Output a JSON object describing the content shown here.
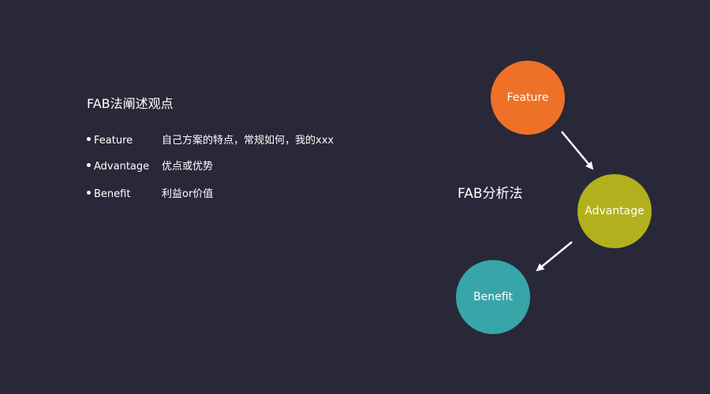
{
  "left_panel": {
    "title": "FAB法阐述观点",
    "bullets": [
      {
        "term": "Feature",
        "description": "自己方案的特点，常规如何，我的xxx"
      },
      {
        "term": "Advantage",
        "description": "优点或优势"
      },
      {
        "term": "Benefit",
        "description": "利益or价值"
      }
    ]
  },
  "diagram": {
    "label": "FAB分析法",
    "nodes": [
      {
        "id": "feature",
        "label": "Feature",
        "color": "#ee7127"
      },
      {
        "id": "advantage",
        "label": "Advantage",
        "color": "#b2b11d"
      },
      {
        "id": "benefit",
        "label": "Benefit",
        "color": "#38a5a8"
      }
    ],
    "edges": [
      {
        "from": "feature",
        "to": "advantage"
      },
      {
        "from": "advantage",
        "to": "benefit"
      }
    ],
    "background": "#292838",
    "arrow_color": "#ffffff"
  }
}
